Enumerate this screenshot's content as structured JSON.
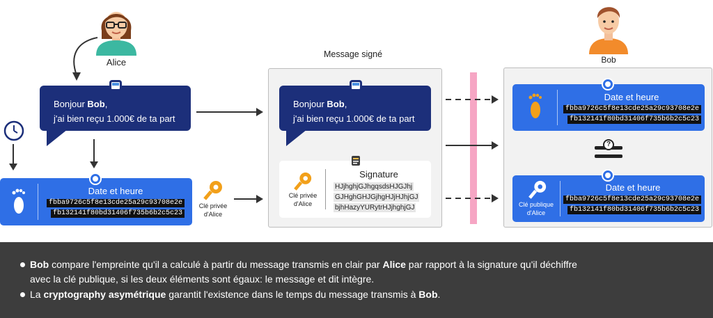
{
  "people": {
    "alice": "Alice",
    "bob": "Bob"
  },
  "message": {
    "greeting_prefix": "Bonjour ",
    "greeting_name": "Bob",
    "greeting_suffix": ",",
    "line2": "j'ai bien reçu 1.000€ de ta part"
  },
  "hash_card": {
    "title": "Date et heure",
    "hash_line1": "fbba9726c5f8e13cde25a29c93708e2e",
    "hash_line2": "fb132141f80bd31406f735b6b2c5c23"
  },
  "left_key_label": "Clé privée\nd'Alice",
  "signed_panel": {
    "heading": "Message signé",
    "signature_title": "Signature",
    "signature_lines": [
      "HJjhghjGJhgqsdsHJGJhj",
      "GJHghGHJGjhgHJjHJhjGJ",
      "bjhHazyYURytrHJjhghjGJ"
    ],
    "key_label": "Clé privée\nd'Alice"
  },
  "bob_panel": {
    "public_key_label": "Clé publique\nd'Alice",
    "compare_symbol": "?"
  },
  "notes": {
    "line1_parts": [
      "Bob",
      " compare l'empreinte qu'il a calculé à partir du message transmis en clair par ",
      "Alice",
      " par rapport à la signature qu'il déchiffre"
    ],
    "line2": "avec la clé publique, si les deux éléments sont égaux: le message et dit intègre.",
    "line3_parts": [
      "La ",
      "cryptography asymétrique",
      " garantit l'existence dans le temps du message transmis à ",
      "Bob",
      "."
    ]
  },
  "colors": {
    "navy": "#1c2f7a",
    "blue": "#2f6fe6",
    "pink": "#f6a6c4",
    "orange": "#f2a01a",
    "dark": "#3d3d3d"
  }
}
